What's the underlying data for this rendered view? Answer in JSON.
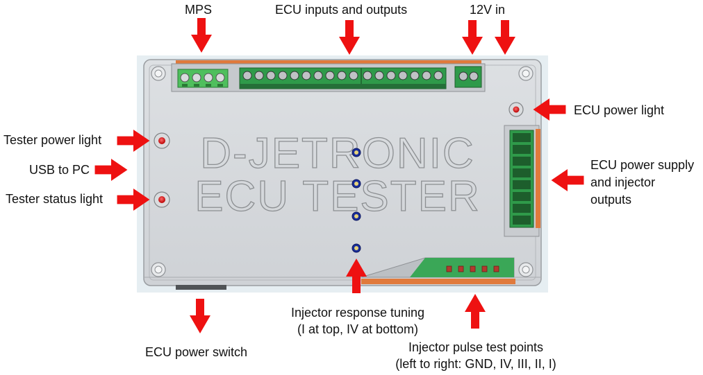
{
  "box_title_line1": "D-JETRONIC",
  "box_title_line2": "ECU TESTER",
  "labels": {
    "mps": "MPS",
    "ecu_io": "ECU inputs and outputs",
    "power_in": "12V in",
    "ecu_power_light": "ECU power light",
    "tester_power_light": "Tester power light",
    "usb_to_pc": "USB to PC",
    "tester_status_light": "Tester status light",
    "ecu_supply_line1": "ECU power supply",
    "ecu_supply_line2": "and injector",
    "ecu_supply_line3": "outputs",
    "injector_tuning_line1": "Injector response tuning",
    "injector_tuning_line2": "(I at top, IV at bottom)",
    "ecu_power_switch": "ECU power switch",
    "pulse_points_line1": "Injector pulse test points",
    "pulse_points_line2": "(left to right: GND, IV, III, II, I)"
  },
  "colors": {
    "arrow": "#ee1111",
    "enclosure": "#d3d6da",
    "connector_green": "#2f9a4a",
    "accent_orange": "#e07a3c"
  }
}
